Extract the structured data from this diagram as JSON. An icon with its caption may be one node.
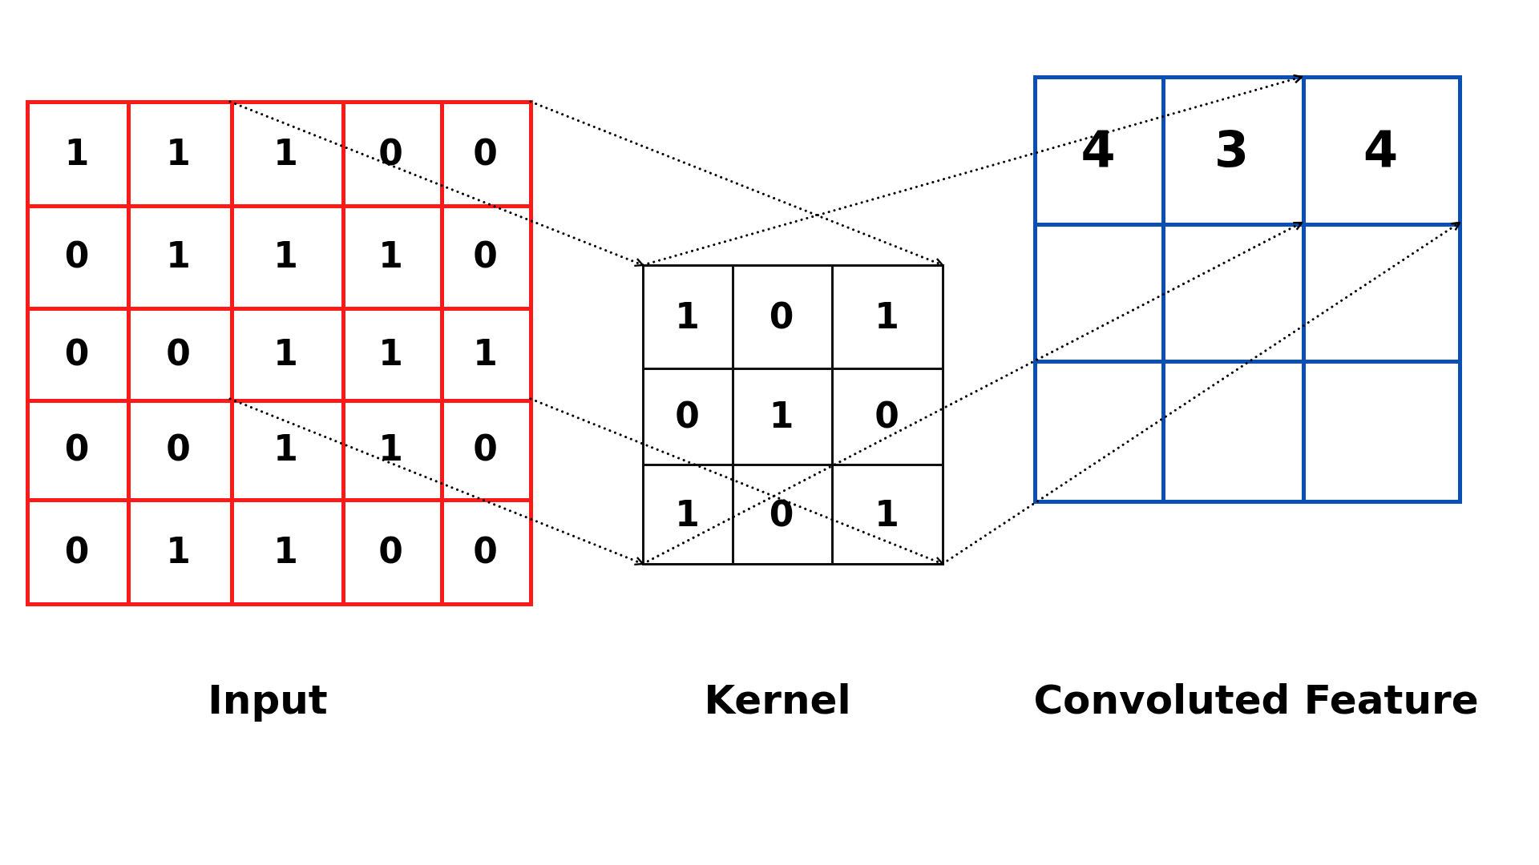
{
  "diagram": {
    "nodes": [
      {
        "text": [],
        "shape": "box"
      },
      {
        "text": [],
        "shape": "box"
      },
      {
        "text": [],
        "shape": "box"
      }
    ],
    "edges": [
      {
        "from": 0,
        "to": 1,
        "arrow": "to",
        "style": "dashed"
      },
      {
        "from": 0,
        "to": 1,
        "arrow": "to",
        "style": "dashed"
      },
      {
        "from": 0,
        "to": 1,
        "arrow": "to",
        "style": "dashed"
      },
      {
        "from": 0,
        "to": 1,
        "arrow": "to",
        "style": "dashed"
      },
      {
        "from": 1,
        "to": 2,
        "arrow": "to",
        "style": "dashed"
      },
      {
        "from": 1,
        "to": 2,
        "arrow": "to",
        "style": "dashed"
      },
      {
        "from": 1,
        "to": 2,
        "arrow": "to",
        "style": "dashed"
      }
    ],
    "labels": [
      "1",
      "1",
      "1",
      "0",
      "0",
      "0",
      "1",
      "1",
      "1",
      "0",
      "0",
      "0",
      "1",
      "1",
      "1",
      "0",
      "0",
      "1",
      "1",
      "0",
      "0",
      "1",
      "1",
      "0",
      "0",
      "1",
      "0",
      "1",
      "0",
      "1",
      "0",
      "1",
      "0",
      "1",
      "4",
      "3",
      "4",
      "Input",
      "Kernel",
      "Convoluted Feature"
    ]
  }
}
